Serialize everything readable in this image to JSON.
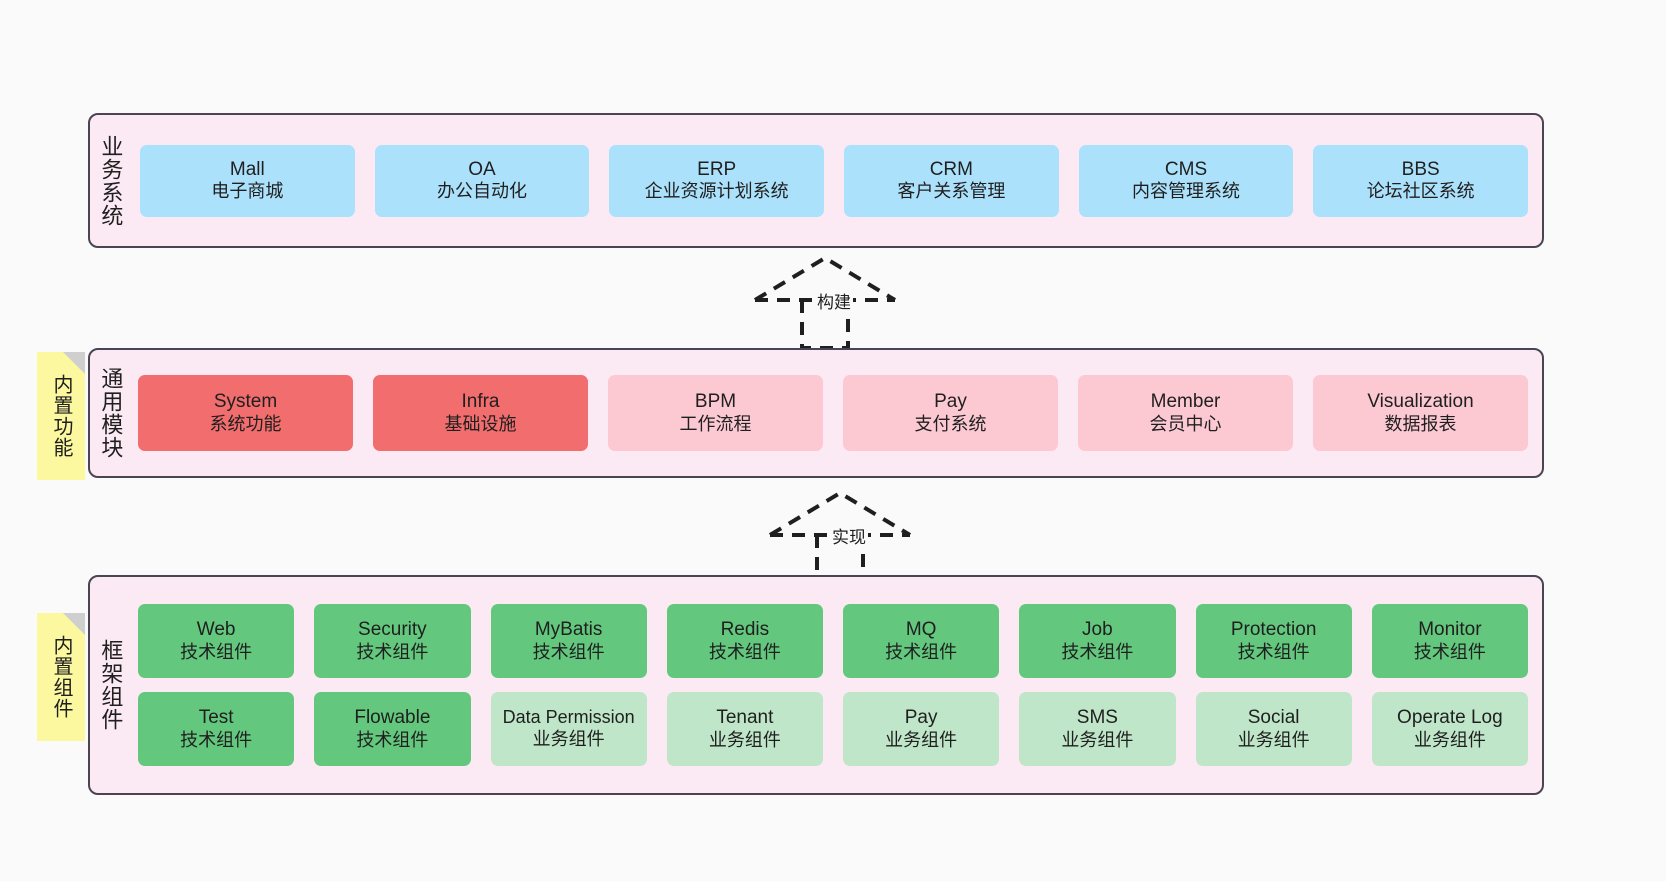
{
  "diagram": {
    "type": "layered-architecture",
    "background_color": "#fafafa",
    "layers": [
      {
        "id": "business",
        "title": "业务系统",
        "container_color": "#fbeaf4",
        "border_color": "#4a4453",
        "rows": [
          {
            "items": [
              {
                "en": "Mall",
                "cn": "电子商城",
                "color": "#ace1fb"
              },
              {
                "en": "OA",
                "cn": "办公自动化",
                "color": "#ace1fb"
              },
              {
                "en": "ERP",
                "cn": "企业资源计划系统",
                "color": "#ace1fb"
              },
              {
                "en": "CRM",
                "cn": "客户关系管理",
                "color": "#ace1fb"
              },
              {
                "en": "CMS",
                "cn": "内容管理系统",
                "color": "#ace1fb"
              },
              {
                "en": "BBS",
                "cn": "论坛社区系统",
                "color": "#ace1fb"
              }
            ]
          }
        ]
      },
      {
        "id": "common",
        "title": "通用模块",
        "note": "内置功能",
        "note_color": "#fbf8a0",
        "container_color": "#fbeaf4",
        "rows": [
          {
            "items": [
              {
                "en": "System",
                "cn": "系统功能",
                "color": "#f26d6d"
              },
              {
                "en": "Infra",
                "cn": "基础设施",
                "color": "#f26d6d"
              },
              {
                "en": "BPM",
                "cn": "工作流程",
                "color": "#fcc9d3"
              },
              {
                "en": "Pay",
                "cn": "支付系统",
                "color": "#fcc9d3"
              },
              {
                "en": "Member",
                "cn": "会员中心",
                "color": "#fcc9d3"
              },
              {
                "en": "Visualization",
                "cn": "数据报表",
                "color": "#fcc9d3"
              }
            ]
          }
        ]
      },
      {
        "id": "framework",
        "title": "框架组件",
        "note": "内置组件",
        "note_color": "#fbf8a0",
        "container_color": "#fbeaf4",
        "rows": [
          {
            "items": [
              {
                "en": "Web",
                "cn": "技术组件",
                "color": "#63c87e"
              },
              {
                "en": "Security",
                "cn": "技术组件",
                "color": "#63c87e"
              },
              {
                "en": "MyBatis",
                "cn": "技术组件",
                "color": "#63c87e"
              },
              {
                "en": "Redis",
                "cn": "技术组件",
                "color": "#63c87e"
              },
              {
                "en": "MQ",
                "cn": "技术组件",
                "color": "#63c87e"
              },
              {
                "en": "Job",
                "cn": "技术组件",
                "color": "#63c87e"
              },
              {
                "en": "Protection",
                "cn": "技术组件",
                "color": "#63c87e"
              },
              {
                "en": "Monitor",
                "cn": "技术组件",
                "color": "#63c87e"
              }
            ]
          },
          {
            "items": [
              {
                "en": "Test",
                "cn": "技术组件",
                "color": "#63c87e"
              },
              {
                "en": "Flowable",
                "cn": "技术组件",
                "color": "#63c87e"
              },
              {
                "en": "Data Permission",
                "cn": "业务组件",
                "color": "#bfe6c8"
              },
              {
                "en": "Tenant",
                "cn": "业务组件",
                "color": "#bfe6c8"
              },
              {
                "en": "Pay",
                "cn": "业务组件",
                "color": "#bfe6c8"
              },
              {
                "en": "SMS",
                "cn": "业务组件",
                "color": "#bfe6c8"
              },
              {
                "en": "Social",
                "cn": "业务组件",
                "color": "#bfe6c8"
              },
              {
                "en": "Operate Log",
                "cn": "业务组件",
                "color": "#bfe6c8"
              }
            ]
          }
        ]
      }
    ],
    "connectors": [
      {
        "id": "build",
        "label": "构建",
        "style": "dashed-generalization",
        "direction": "up",
        "from": "common",
        "to": "business"
      },
      {
        "id": "realize",
        "label": "实现",
        "style": "dashed-generalization",
        "direction": "up",
        "from": "framework",
        "to": "common"
      }
    ]
  }
}
